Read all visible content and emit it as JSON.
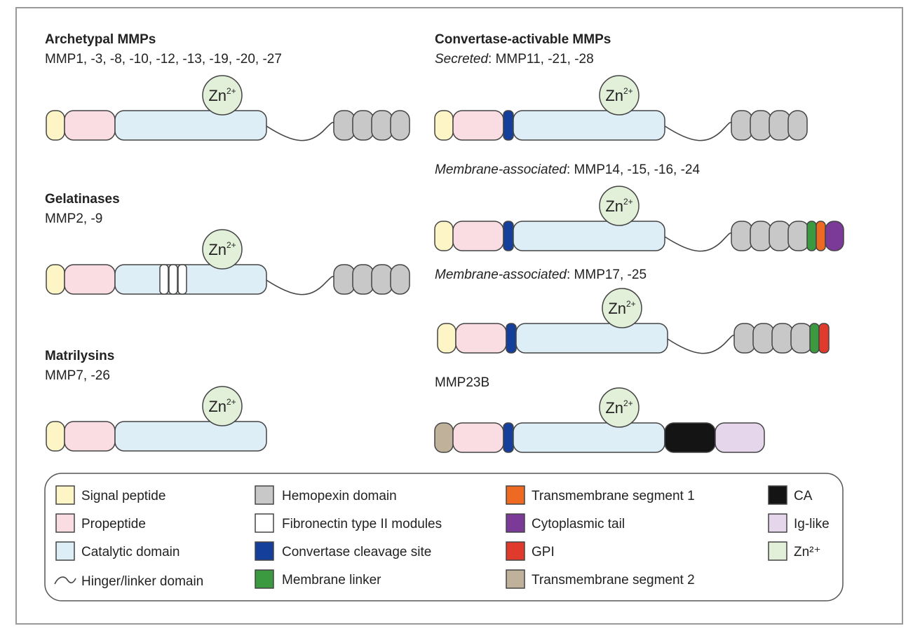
{
  "colors": {
    "signal": "#fdf5c6",
    "propeptide": "#f9dde3",
    "catalytic": "#ddeef7",
    "hemopexin": "#c8c8c8",
    "fibronectin": "#ffffff",
    "convertase": "#143f9a",
    "membrane_linker": "#3b9a3f",
    "tm1": "#ee6a22",
    "cyto": "#7b3a98",
    "gpi": "#e03a2d",
    "tm2": "#bfb19a",
    "ca": "#141414",
    "ig": "#e5d6ec",
    "zn": "#e2efd9",
    "stroke": "#444444"
  },
  "zinc": {
    "base": "Zn",
    "sup": "2+"
  },
  "groups": {
    "archetypal": {
      "title": "Archetypal MMPs",
      "members": "MMP1, -3, -8, -10, -12, -13, -19, -20, -27"
    },
    "gelatinases": {
      "title": "Gelatinases",
      "members": "MMP2, -9"
    },
    "matrilysins": {
      "title": "Matrilysins",
      "members": "MMP7, -26"
    },
    "convertase": {
      "title": "Convertase-activable MMPs",
      "secreted_prefix": "Secreted",
      "secreted_members": ": MMP11, -21, -28",
      "membrane1_prefix": "Membrane-associated",
      "membrane1_members": ": MMP14, -15, -16, -24",
      "membrane2_prefix": "Membrane-associated",
      "membrane2_members": ": MMP17, -25",
      "mmp23b": "MMP23B"
    }
  },
  "legend": {
    "col1": [
      "Signal peptide",
      "Propeptide",
      "Catalytic domain",
      "Hinger/linker domain"
    ],
    "col2": [
      "Hemopexin domain",
      "Fibronectin type II modules",
      "Convertase cleavage site",
      "Membrane linker"
    ],
    "col3": [
      "Transmembrane segment 1",
      "Cytoplasmic tail",
      "GPI",
      "Transmembrane segment 2"
    ],
    "col4": [
      "CA",
      "Ig-like",
      "Zn²⁺"
    ]
  }
}
